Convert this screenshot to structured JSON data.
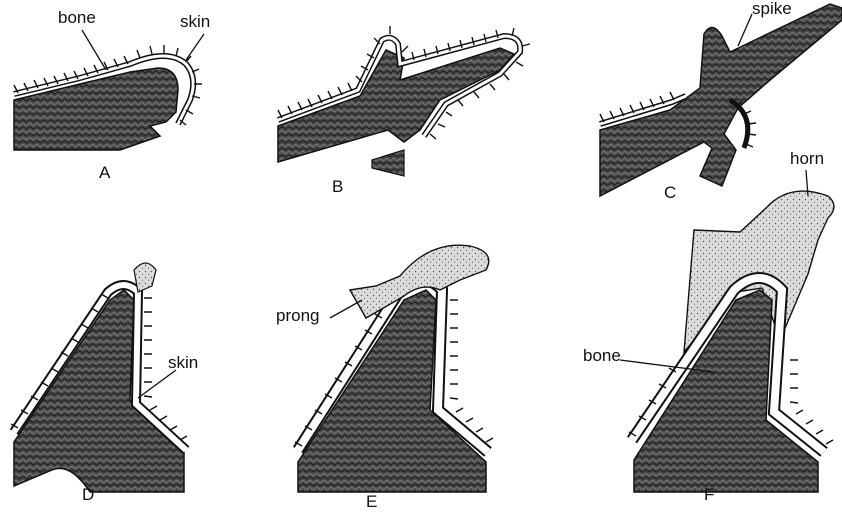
{
  "labels": {
    "bone": "bone",
    "skin": "skin",
    "spike": "spike",
    "horn": "horn",
    "prong": "prong",
    "skin_d": "skin",
    "bone_f": "bone"
  },
  "panels": {
    "a": "A",
    "b": "B",
    "c": "C",
    "d": "D",
    "e": "E",
    "f": "F"
  }
}
